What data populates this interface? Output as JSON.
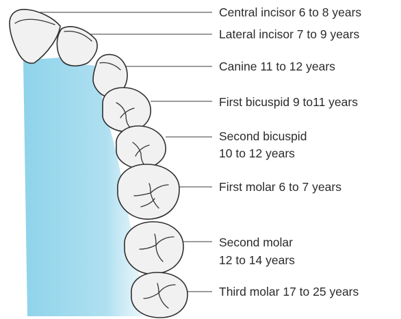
{
  "diagram": {
    "labels": {
      "central_incisor": "Central incisor 6 to 8 years",
      "lateral_incisor": "Lateral incisor 7 to 9 years",
      "canine": "Canine 11 to 12 years",
      "first_bicuspid": "First bicuspid 9 to11 years",
      "second_bicuspid_l1": "Second bicuspid",
      "second_bicuspid_l2": "10 to 12 years",
      "first_molar": "First molar 6 to 7 years",
      "second_molar_l1": "Second molar",
      "second_molar_l2": "12 to 14 years",
      "third_molar": "Third molar 17 to 25 years"
    },
    "colors": {
      "palate": "#8ed3ea",
      "tooth_fill": "#f1f1f1",
      "outline": "#2f2f2f",
      "text": "#2b2b2b"
    }
  }
}
